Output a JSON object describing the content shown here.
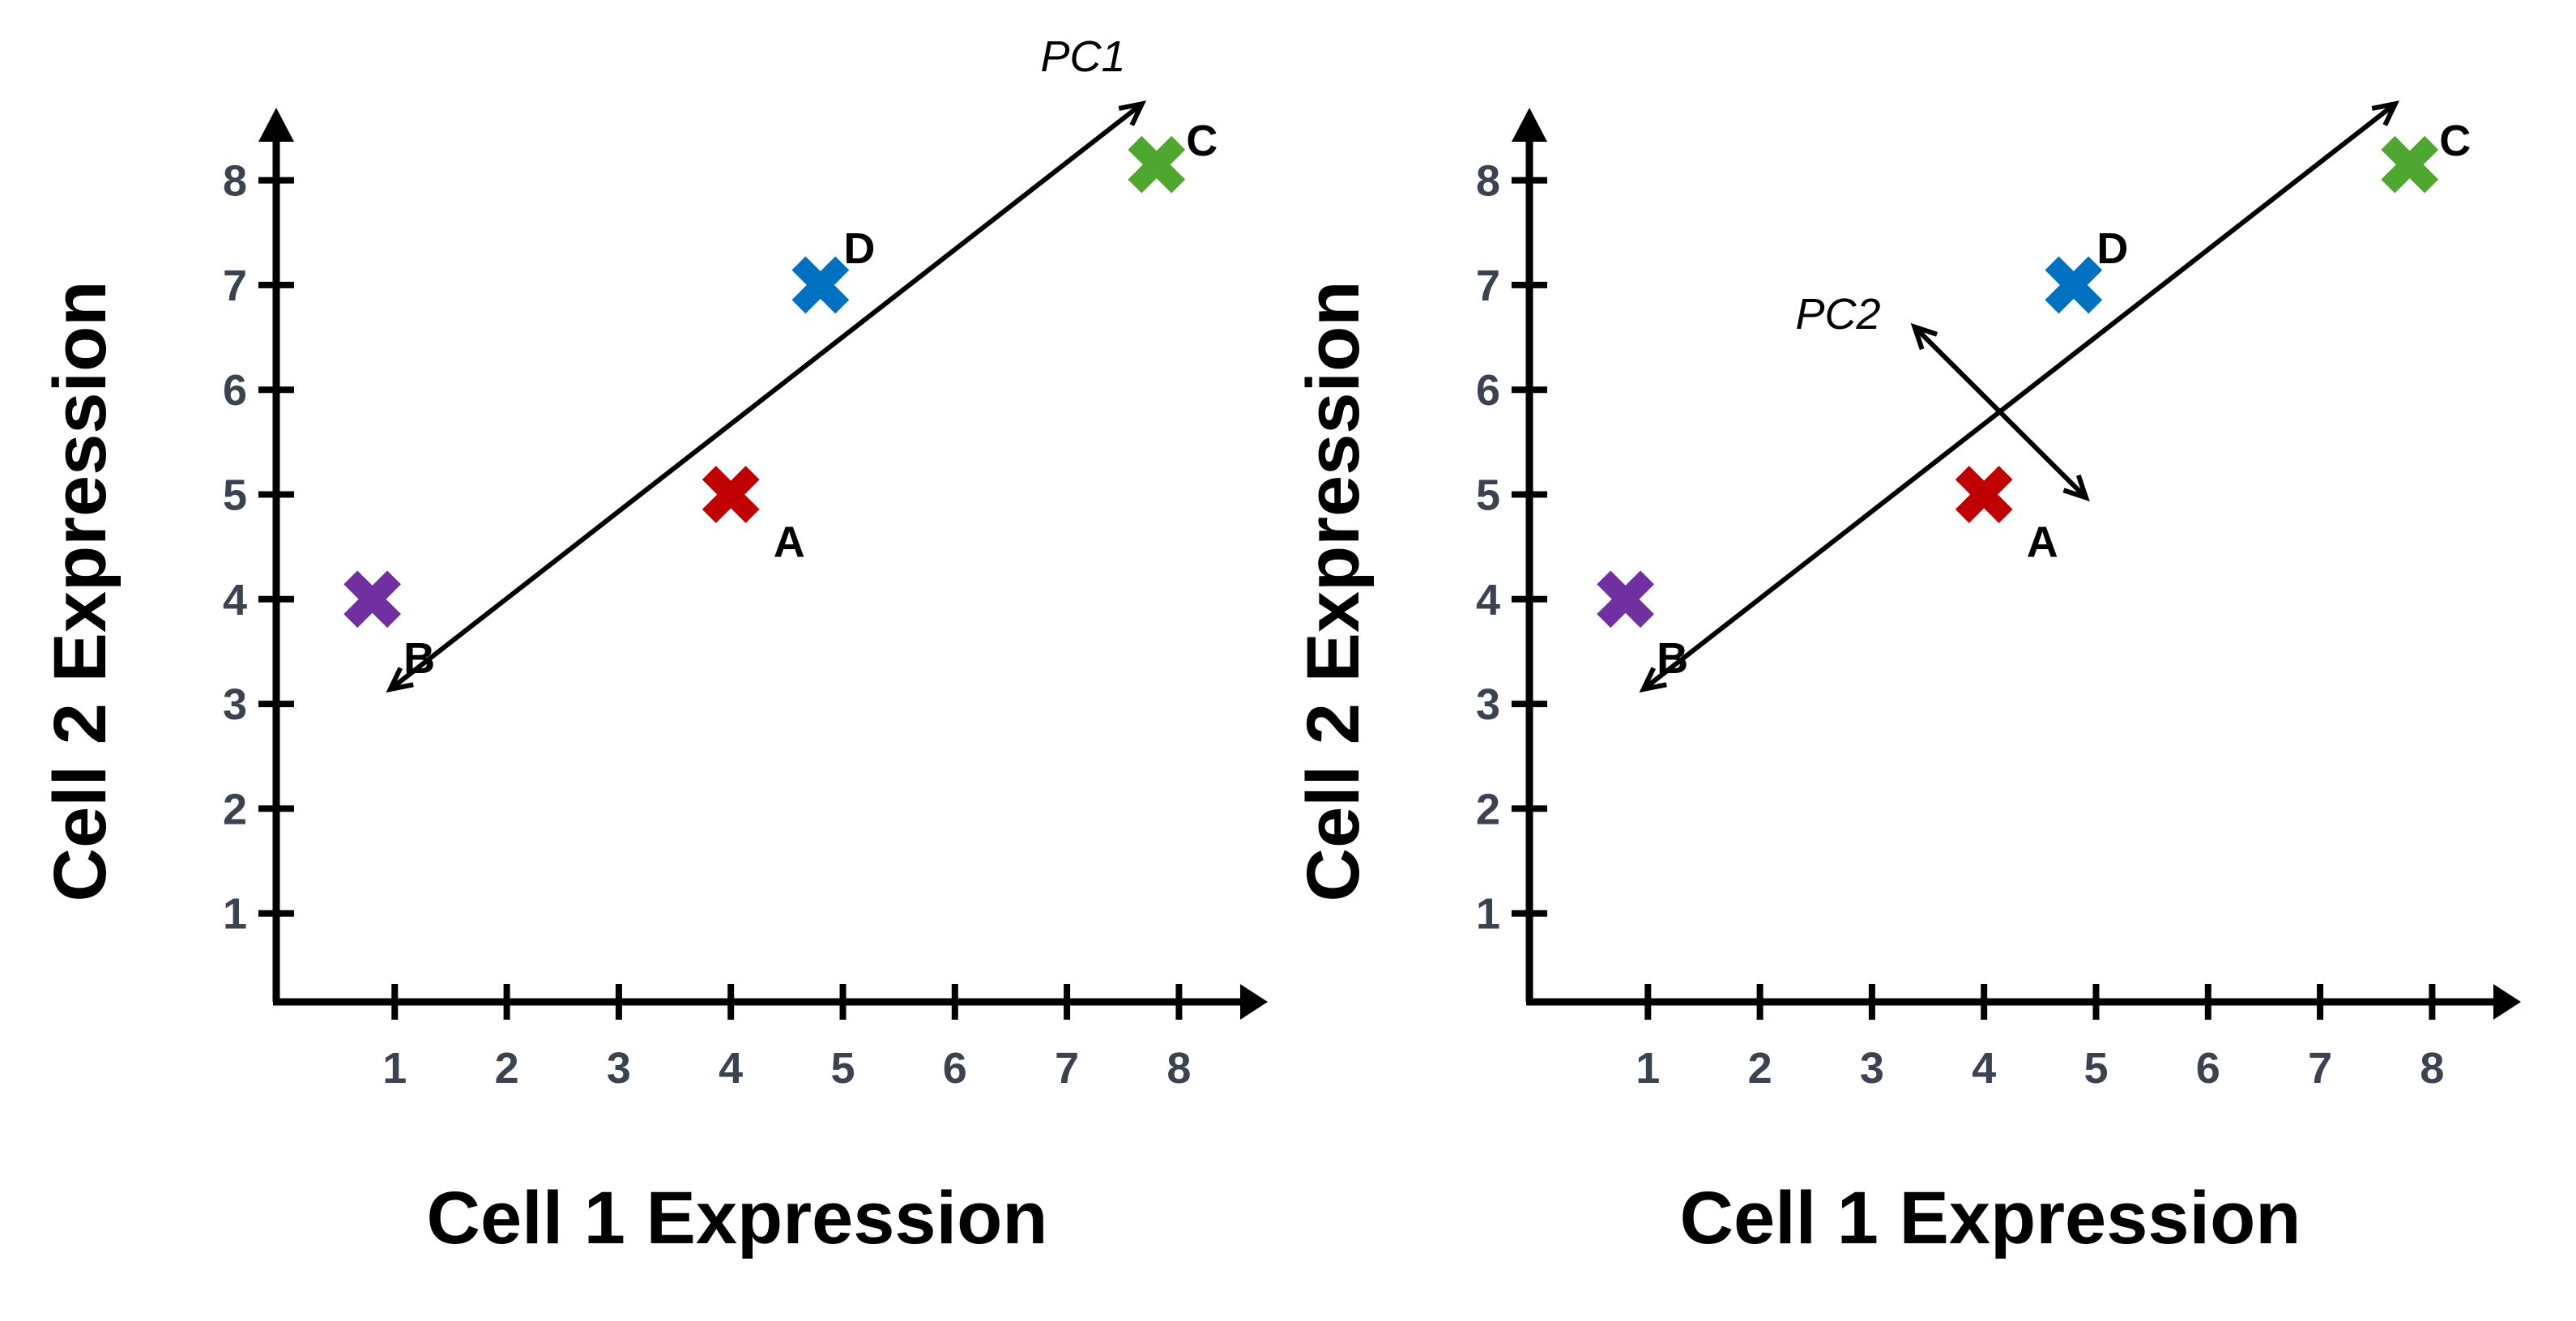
{
  "chart_data": [
    {
      "type": "scatter",
      "title": "",
      "xlabel": "Cell 1 Expression",
      "ylabel": "Cell 2 Expression",
      "xlim": [
        0,
        8.8
      ],
      "ylim": [
        0,
        9
      ],
      "x_ticks": [
        "1",
        "2",
        "3",
        "4",
        "5",
        "6",
        "7",
        "8"
      ],
      "y_ticks": [
        "1",
        "2",
        "3",
        "4",
        "5",
        "6",
        "7",
        "8"
      ],
      "grid": false,
      "legend": "none",
      "points": [
        {
          "label": "A",
          "x": 4.0,
          "y": 5.0,
          "color": "#C00000"
        },
        {
          "label": "B",
          "x": 0.8,
          "y": 4.0,
          "color": "#7030A0"
        },
        {
          "label": "C",
          "x": 7.8,
          "y": 8.15,
          "color": "#4EA72E"
        },
        {
          "label": "D",
          "x": 4.8,
          "y": 7.0,
          "color": "#0070C0"
        }
      ],
      "arrows": [
        {
          "label": "PC1",
          "from": [
            0.96,
            3.14
          ],
          "to": [
            7.67,
            8.73
          ],
          "double_headed": true
        }
      ]
    },
    {
      "type": "scatter",
      "title": "",
      "xlabel": "Cell 1 Expression",
      "ylabel": "Cell 2 Expression",
      "xlim": [
        0,
        8.8
      ],
      "ylim": [
        0,
        9
      ],
      "x_ticks": [
        "1",
        "2",
        "3",
        "4",
        "5",
        "6",
        "7",
        "8"
      ],
      "y_ticks": [
        "1",
        "2",
        "3",
        "4",
        "5",
        "6",
        "7",
        "8"
      ],
      "grid": false,
      "legend": "none",
      "points": [
        {
          "label": "A",
          "x": 4.0,
          "y": 5.0,
          "color": "#C00000"
        },
        {
          "label": "B",
          "x": 0.8,
          "y": 4.0,
          "color": "#7030A0"
        },
        {
          "label": "C",
          "x": 7.8,
          "y": 8.15,
          "color": "#4EA72E"
        },
        {
          "label": "D",
          "x": 4.8,
          "y": 7.0,
          "color": "#0070C0"
        }
      ],
      "arrows": [
        {
          "label": "",
          "from": [
            0.96,
            3.14
          ],
          "to": [
            7.67,
            8.73
          ],
          "double_headed": true
        },
        {
          "label": "PC2",
          "from": [
            4.91,
            4.97
          ],
          "to": [
            3.38,
            6.6
          ],
          "double_headed": true
        }
      ]
    }
  ],
  "panels": [
    {
      "xlabel": "Cell 1 Expression",
      "ylabel": "Cell 2 Expression",
      "x_ticks": [
        "1",
        "2",
        "3",
        "4",
        "5",
        "6",
        "7",
        "8"
      ],
      "y_ticks": [
        "1",
        "2",
        "3",
        "4",
        "5",
        "6",
        "7",
        "8"
      ],
      "pc1_label": "PC1",
      "points": [
        {
          "label": "A"
        },
        {
          "label": "B"
        },
        {
          "label": "C"
        },
        {
          "label": "D"
        }
      ]
    },
    {
      "xlabel": "Cell 1 Expression",
      "ylabel": "Cell 2 Expression",
      "x_ticks": [
        "1",
        "2",
        "3",
        "4",
        "5",
        "6",
        "7",
        "8"
      ],
      "y_ticks": [
        "1",
        "2",
        "3",
        "4",
        "5",
        "6",
        "7",
        "8"
      ],
      "pc2_label": "PC2",
      "points": [
        {
          "label": "A"
        },
        {
          "label": "B"
        },
        {
          "label": "C"
        },
        {
          "label": "D"
        }
      ]
    }
  ]
}
